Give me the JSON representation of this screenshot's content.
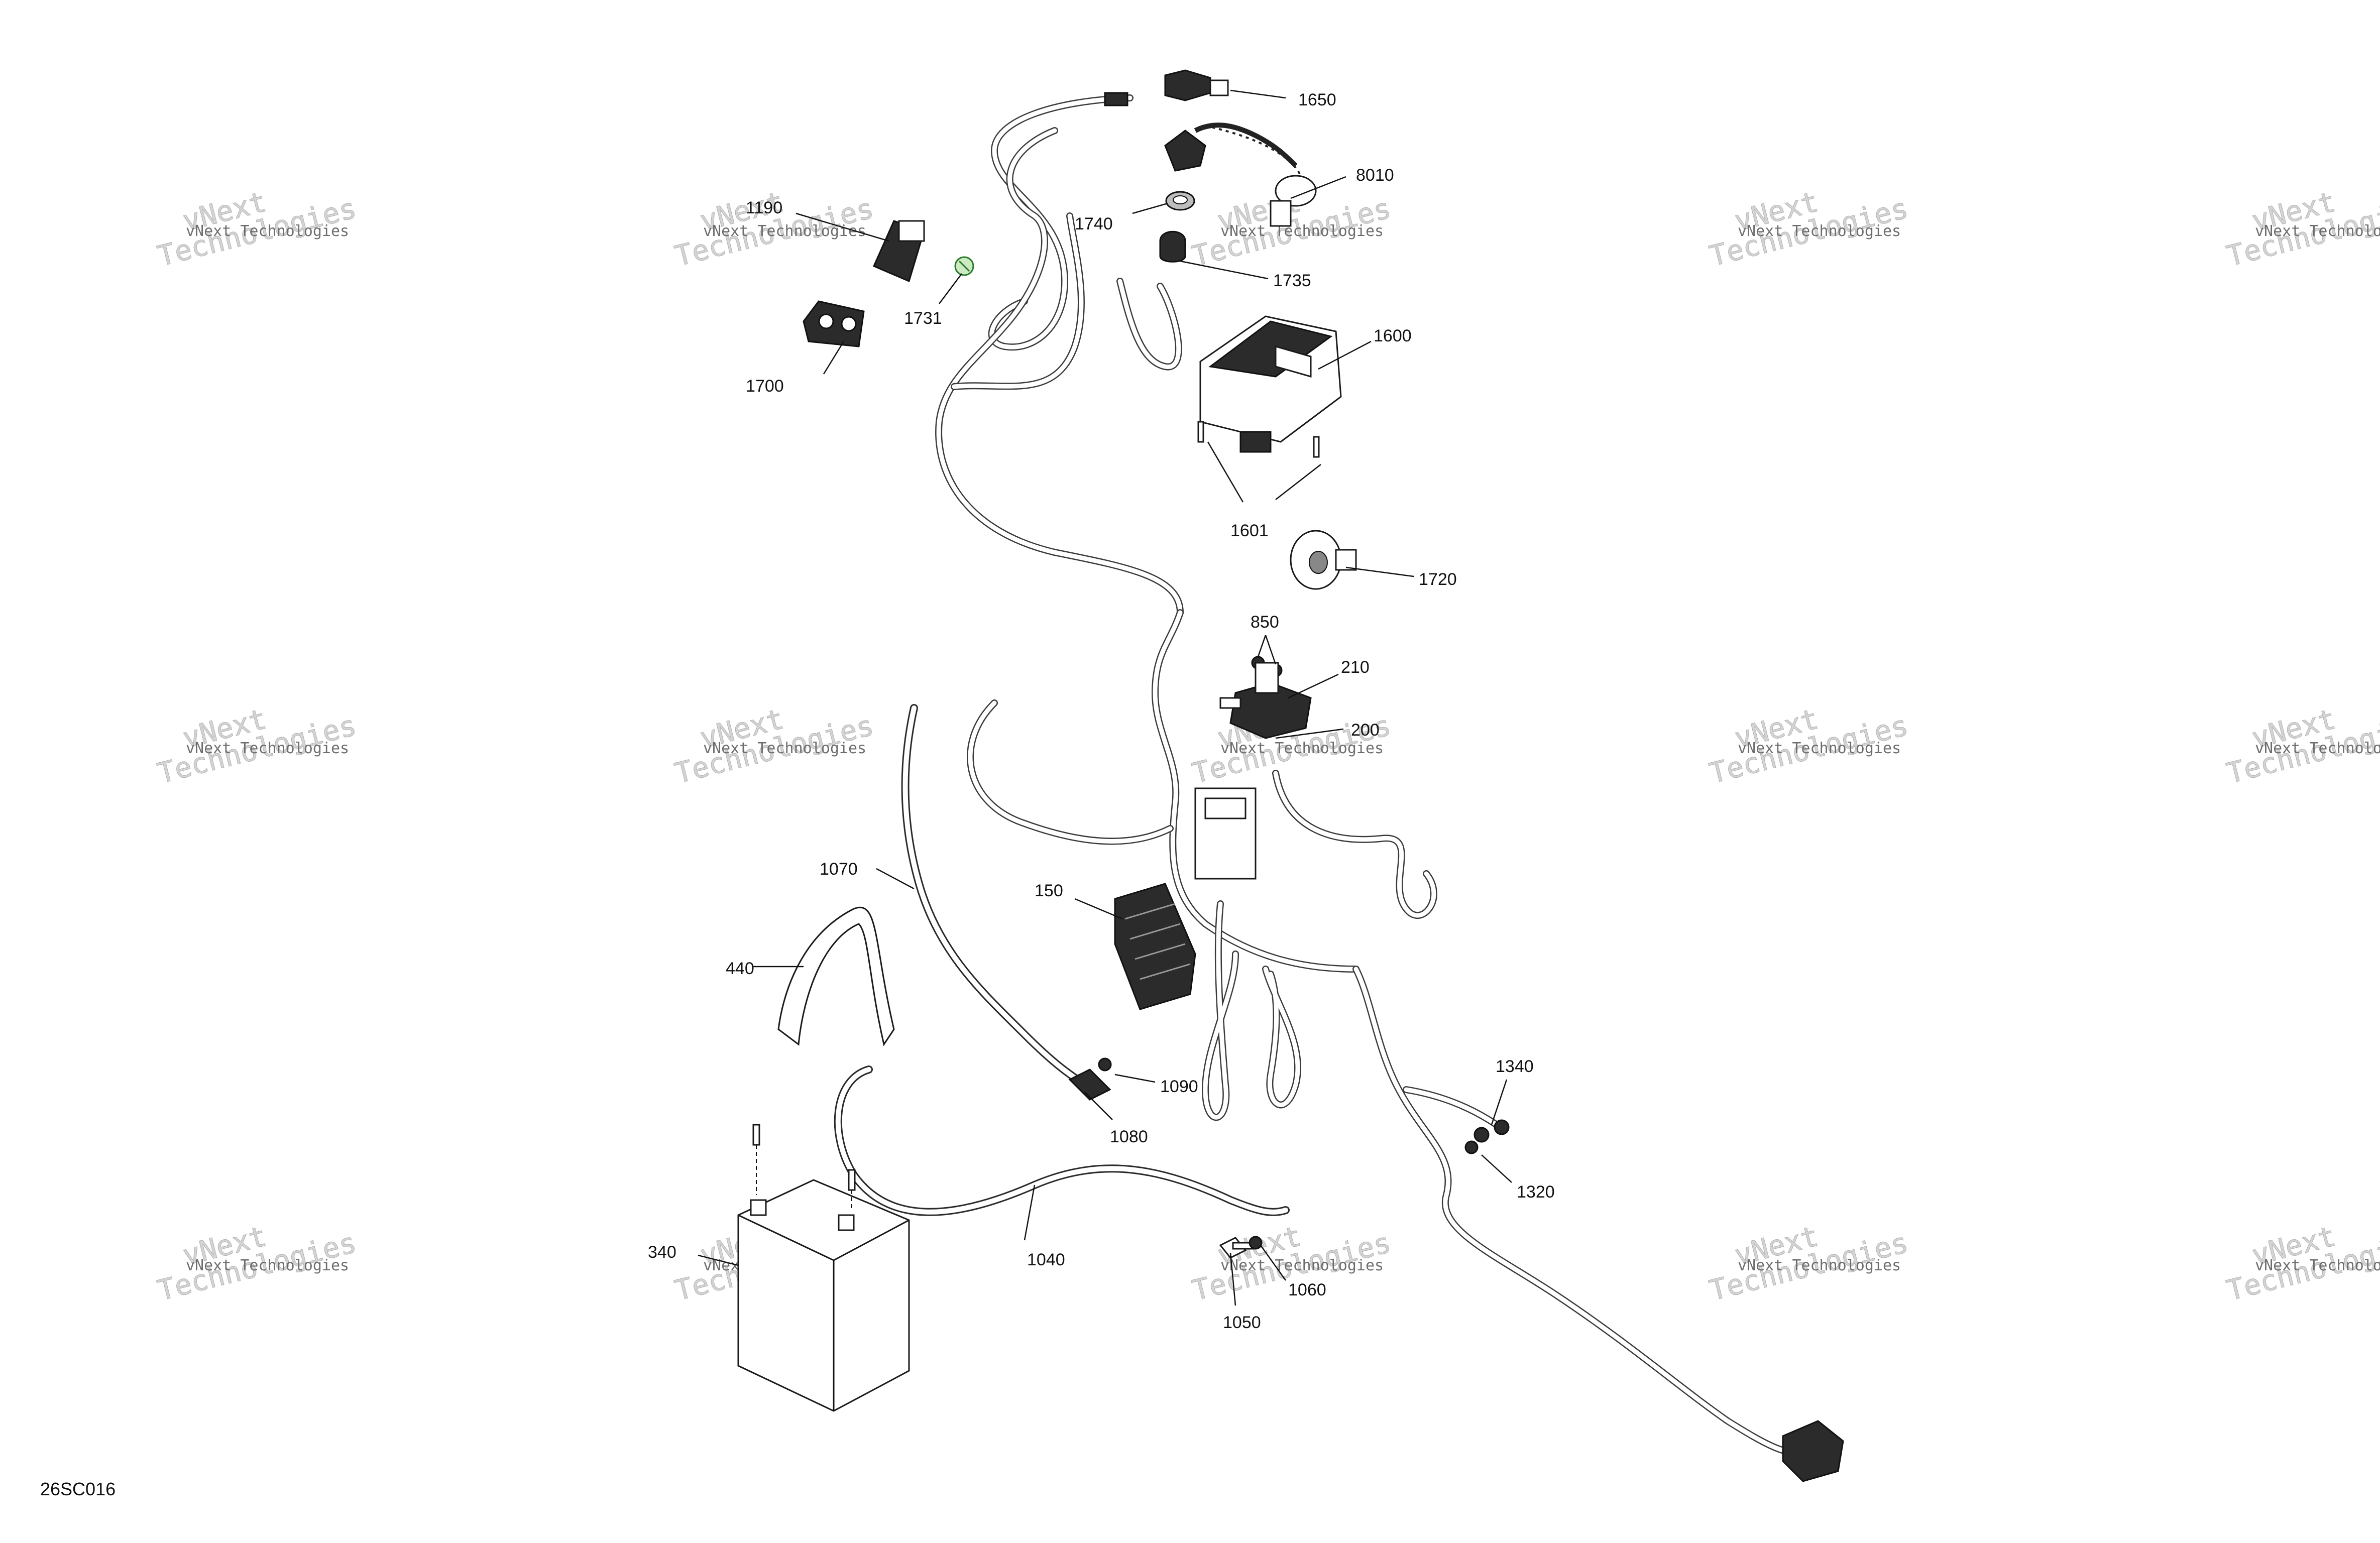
{
  "figure_code": "26SC016",
  "watermark": {
    "line1": "vNext Technologies",
    "line2": "vNext",
    "line3": "Technologies"
  },
  "callouts": [
    {
      "id": "1650",
      "label": "1650"
    },
    {
      "id": "8010",
      "label": "8010"
    },
    {
      "id": "1190",
      "label": "1190"
    },
    {
      "id": "1740",
      "label": "1740"
    },
    {
      "id": "1735",
      "label": "1735"
    },
    {
      "id": "1731",
      "label": "1731"
    },
    {
      "id": "1700",
      "label": "1700"
    },
    {
      "id": "1600",
      "label": "1600"
    },
    {
      "id": "1601",
      "label": "1601"
    },
    {
      "id": "1720",
      "label": "1720"
    },
    {
      "id": "850",
      "label": "850"
    },
    {
      "id": "210",
      "label": "210"
    },
    {
      "id": "200",
      "label": "200"
    },
    {
      "id": "1070",
      "label": "1070"
    },
    {
      "id": "150",
      "label": "150"
    },
    {
      "id": "440",
      "label": "440"
    },
    {
      "id": "1090",
      "label": "1090"
    },
    {
      "id": "1080",
      "label": "1080"
    },
    {
      "id": "1340",
      "label": "1340"
    },
    {
      "id": "1320",
      "label": "1320"
    },
    {
      "id": "340",
      "label": "340"
    },
    {
      "id": "1040",
      "label": "1040"
    },
    {
      "id": "1060",
      "label": "1060"
    },
    {
      "id": "1050",
      "label": "1050"
    }
  ]
}
